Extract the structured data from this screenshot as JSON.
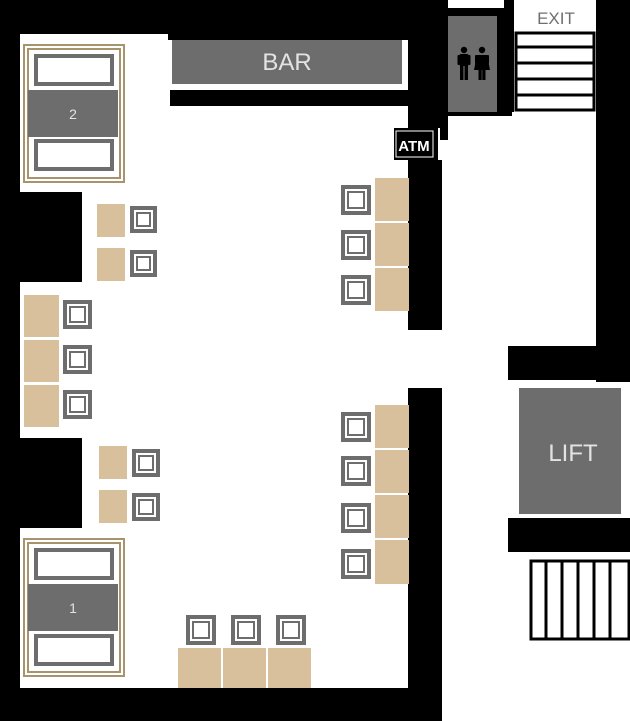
{
  "labels": {
    "bar": "BAR",
    "exit": "EXIT",
    "atm": "ATM",
    "lift": "LIFT",
    "booth_1": "1",
    "booth_2": "2"
  },
  "icons": {
    "restroom": "restroom-icon"
  },
  "colors": {
    "wall": "#000000",
    "fixture": "#6d6d6d",
    "table": "#d8c09c",
    "booth_frame": "#a8946c",
    "label_light": "#e3e3e3",
    "label_dark": "#6f6f6f"
  }
}
